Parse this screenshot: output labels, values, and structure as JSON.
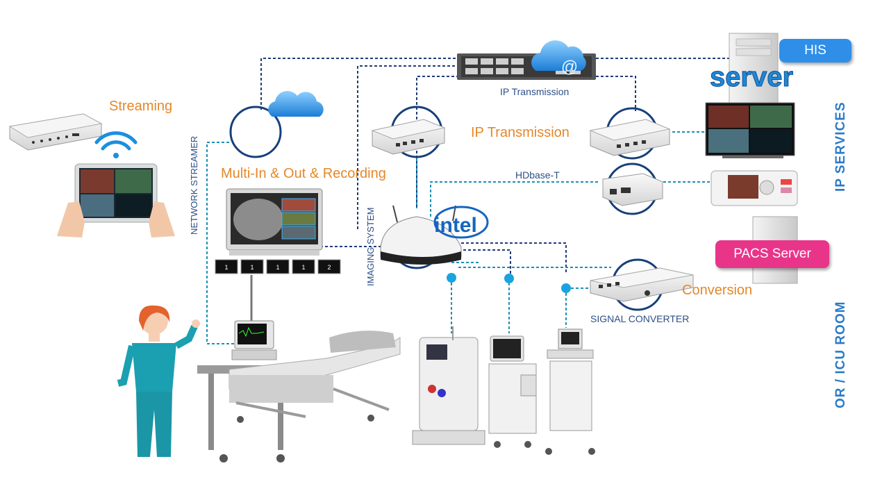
{
  "labels": {
    "streaming": "Streaming",
    "network_streamer": "NETWORK  STREAMER",
    "multi_in_out": "Multi-In & Out & Recording",
    "imaging_system": "IMAGING SYSTEM",
    "ip_transmission_small": "IP Transmission",
    "ip_transmission": "IP Transmission",
    "hdbase_t": "HDbase-T",
    "conversion": "Conversion",
    "signal_converter": "SIGNAL CONVERTER",
    "his": "HIS",
    "server_logo": "server",
    "pacs_server": "PACS Server",
    "ip_services": "IP SERVICES",
    "or_icu_room": "OR / ICU ROOM",
    "intel_logo": "intel",
    "cloud_at": "@"
  },
  "colors": {
    "orange_text": "#e4882a",
    "dark_blue_link": "#1f3a7a",
    "teal_link": "#1a8fb5",
    "his_badge": "#2f8fe8",
    "pacs_badge": "#e8358a",
    "side_text": "#2b7bc8"
  },
  "monitor_strip": [
    "1",
    "1",
    "1",
    "1",
    "2"
  ]
}
